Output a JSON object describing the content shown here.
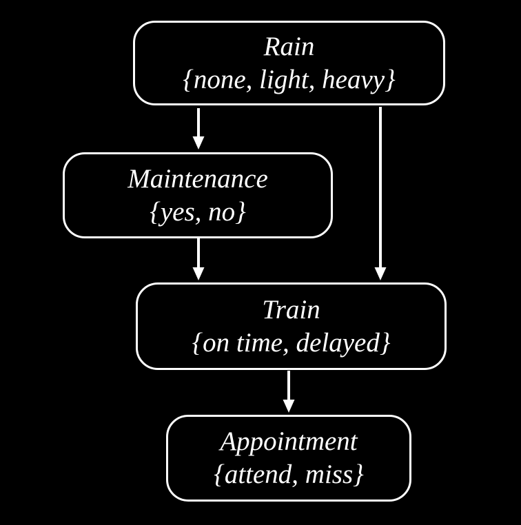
{
  "diagram": {
    "type": "bayesian-network",
    "colors": {
      "background": "#000000",
      "foreground": "#ffffff"
    },
    "nodes": [
      {
        "id": "rain",
        "label": "Rain",
        "values": "{none, light, heavy}"
      },
      {
        "id": "maintenance",
        "label": "Maintenance",
        "values": "{yes, no}"
      },
      {
        "id": "train",
        "label": "Train",
        "values": "{on time, delayed}"
      },
      {
        "id": "appointment",
        "label": "Appointment",
        "values": "{attend, miss}"
      }
    ],
    "edges": [
      {
        "from": "Rain",
        "to": "Maintenance"
      },
      {
        "from": "Rain",
        "to": "Train"
      },
      {
        "from": "Maintenance",
        "to": "Train"
      },
      {
        "from": "Train",
        "to": "Appointment"
      }
    ]
  }
}
